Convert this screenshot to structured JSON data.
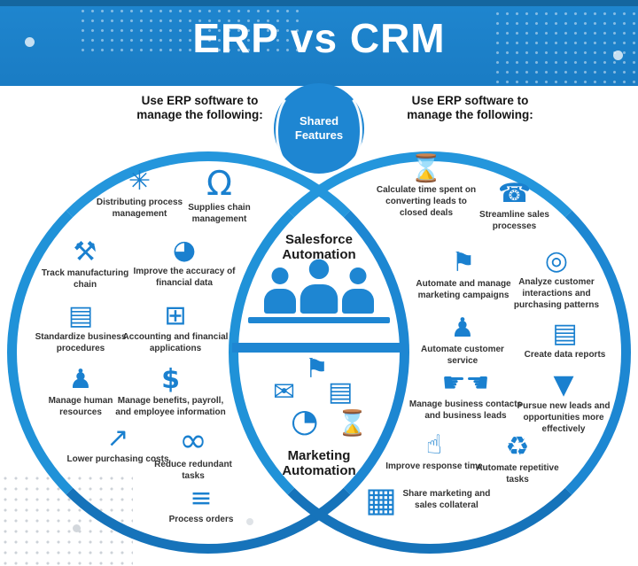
{
  "page": {
    "title": "ERP vs CRM"
  },
  "erp": {
    "header": "Use ERP software to manage the following:",
    "items": [
      {
        "label": "Distributing process management",
        "icon": "database-network-icon",
        "glyph": "✳"
      },
      {
        "label": "Supplies chain management",
        "icon": "magnet-icon",
        "glyph": "Ω"
      },
      {
        "label": "Track manufacturing chain",
        "icon": "factory-icon",
        "glyph": "⚒"
      },
      {
        "label": "Improve the accuracy of financial data",
        "icon": "financial-pie-chart-icon",
        "glyph": "◕"
      },
      {
        "label": "Standardize business procedures",
        "icon": "document-gear-icon",
        "glyph": "▤"
      },
      {
        "label": "Accounting and financial applications",
        "icon": "calculator-icon",
        "glyph": "⊞"
      },
      {
        "label": "Manage human resources",
        "icon": "org-chart-people-icon",
        "glyph": "♟"
      },
      {
        "label": "Manage benefits, payroll, and employee information",
        "icon": "payroll-money-icon",
        "glyph": "$"
      },
      {
        "label": "Lower purchasing costs",
        "icon": "rising-chart-icon",
        "glyph": "↗"
      },
      {
        "label": "Reduce redundant tasks",
        "icon": "infinity-loop-icon",
        "glyph": "∞"
      },
      {
        "label": "Process orders",
        "icon": "process-flow-icon",
        "glyph": "≡"
      }
    ]
  },
  "crm": {
    "header": "Use ERP software to manage the following:",
    "items": [
      {
        "label": "Calculate time spent on converting leads to closed deals",
        "icon": "trophy-dollar-icon",
        "glyph": "⌛"
      },
      {
        "label": "Streamline sales processes",
        "icon": "sales-agent-icon",
        "glyph": "☎"
      },
      {
        "label": "Automate and manage marketing campaigns",
        "icon": "megaphone-screen-icon",
        "glyph": "⚑"
      },
      {
        "label": "Analyze customer interactions and purchasing patterns",
        "icon": "chart-magnifier-icon",
        "glyph": "◎"
      },
      {
        "label": "Automate customer service",
        "icon": "customer-group-icon",
        "glyph": "♟"
      },
      {
        "label": "Create data reports",
        "icon": "data-report-icon",
        "glyph": "▤"
      },
      {
        "label": "Manage business contacts and business leads",
        "icon": "handshake-icon",
        "glyph": "☛☚"
      },
      {
        "label": "Pursue new leads and opportunities more effectively",
        "icon": "funnel-icon",
        "glyph": "▼"
      },
      {
        "label": "Improve response time",
        "icon": "pointing-hand-icon",
        "glyph": "☝"
      },
      {
        "label": "Automate repetitive tasks",
        "icon": "repeat-tasks-icon",
        "glyph": "♻"
      },
      {
        "label": "Share marketing and sales collateral",
        "icon": "presentation-board-icon",
        "glyph": "▦"
      }
    ]
  },
  "shared": {
    "badge": "Shared Features",
    "sales_title": "Salesforce Automation",
    "marketing_title": "Marketing Automation",
    "marketing_icons": [
      {
        "icon": "envelope-icon",
        "glyph": "✉"
      },
      {
        "icon": "megaphone-icon",
        "glyph": "⚑"
      },
      {
        "icon": "report-chart-icon",
        "glyph": "▤"
      },
      {
        "icon": "pie-chart-icon",
        "glyph": "◔"
      },
      {
        "icon": "hourglass-icon",
        "glyph": "⌛"
      }
    ]
  },
  "colors": {
    "banner_blue": "#1d82cc",
    "top_strip_blue": "#14669f",
    "circle_blue": "#1d87d2",
    "icon_blue": "#1a80cf",
    "text_dark": "#1a1a1a"
  }
}
